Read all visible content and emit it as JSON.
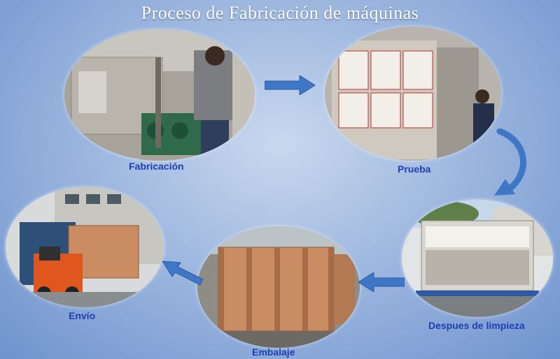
{
  "title": "Proceso de Fabricación de máquinas",
  "steps": [
    {
      "label": "Fabricación"
    },
    {
      "label": "Prueba"
    },
    {
      "label": "Despues de limpieza"
    },
    {
      "label": "Embalaje"
    },
    {
      "label": "Envío"
    }
  ],
  "colors": {
    "caption": "#1d3fb0",
    "arrow": "#3f76c6",
    "background": "#9fb8df"
  }
}
